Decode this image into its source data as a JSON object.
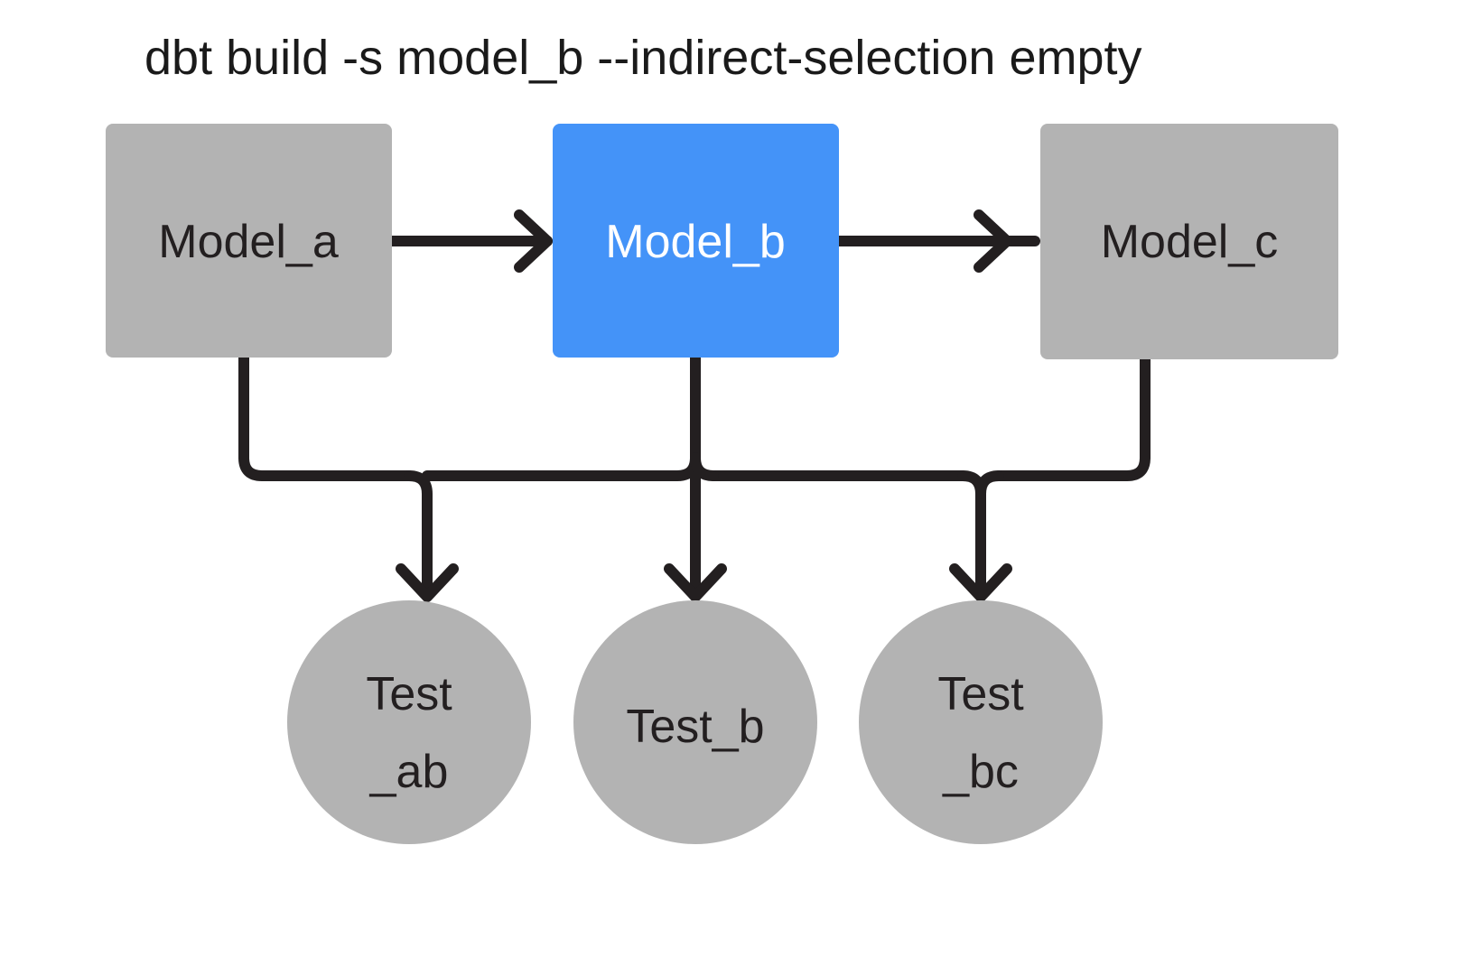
{
  "diagram": {
    "title": "dbt build -s model_b --indirect-selection empty",
    "background_color": "#ffffff",
    "edge_color": "#231f20",
    "node_default_color": "#b3b3b3",
    "node_selected_color": "#4493f8",
    "label_color": "#231f20",
    "label_color_selected": "#ffffff",
    "models": [
      {
        "id": "model_a",
        "label": "Model_a",
        "shape": "rect",
        "state": "unselected",
        "color": "#b3b3b3",
        "text_color": "#231f20"
      },
      {
        "id": "model_b",
        "label": "Model_b",
        "shape": "rect",
        "state": "selected",
        "color": "#4493f8",
        "text_color": "#ffffff"
      },
      {
        "id": "model_c",
        "label": "Model_c",
        "shape": "rect",
        "state": "unselected",
        "color": "#b3b3b3",
        "text_color": "#231f20"
      }
    ],
    "tests": [
      {
        "id": "test_ab",
        "label": "Test_ab",
        "line1": "Test",
        "line2": "_ab",
        "shape": "circle",
        "state": "unselected",
        "color": "#b3b3b3"
      },
      {
        "id": "test_b",
        "label": "Test_b",
        "line1": "Test_b",
        "line2": "",
        "shape": "circle",
        "state": "unselected",
        "color": "#b3b3b3"
      },
      {
        "id": "test_bc",
        "label": "Test_bc",
        "line1": "Test",
        "line2": "_bc",
        "shape": "circle",
        "state": "unselected",
        "color": "#b3b3b3"
      }
    ],
    "edges": [
      {
        "from": "model_a",
        "to": "model_b",
        "type": "straight-arrow"
      },
      {
        "from": "model_b",
        "to": "model_c",
        "type": "straight-arrow"
      },
      {
        "from": "model_a",
        "to": "test_ab",
        "type": "elbow-arrow"
      },
      {
        "from": "model_b",
        "to": "test_ab",
        "type": "elbow-arrow"
      },
      {
        "from": "model_b",
        "to": "test_b",
        "type": "straight-arrow"
      },
      {
        "from": "model_b",
        "to": "test_bc",
        "type": "elbow-arrow"
      },
      {
        "from": "model_c",
        "to": "test_bc",
        "type": "elbow-arrow"
      }
    ]
  }
}
